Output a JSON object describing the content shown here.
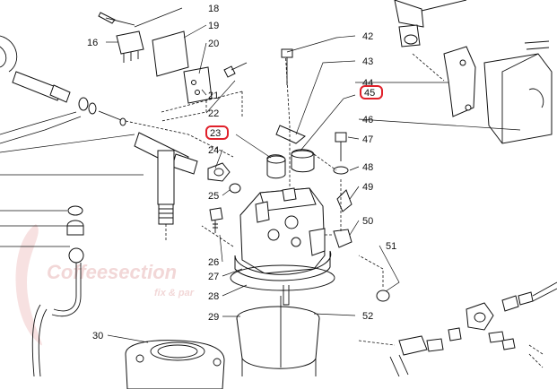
{
  "diagram": {
    "part_numbers": [
      "16",
      "18",
      "19",
      "20",
      "21",
      "22",
      "23",
      "24",
      "25",
      "26",
      "27",
      "28",
      "29",
      "30",
      "42",
      "43",
      "44",
      "45",
      "46",
      "47",
      "48",
      "49",
      "50",
      "51",
      "52"
    ],
    "highlighted": [
      "23",
      "45"
    ],
    "highlight_color": "#e0202a",
    "watermark": {
      "brand": "Coffeesection",
      "tagline": "fix & par",
      "color": "#e8b7b7"
    }
  }
}
